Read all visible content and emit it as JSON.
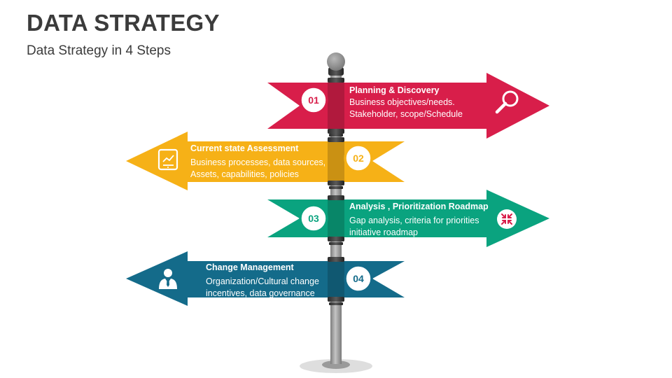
{
  "header": {
    "title": "DATA STRATEGY",
    "subtitle": "Data Strategy in 4 Steps"
  },
  "colors": {
    "step1": "#d81e4a",
    "step2": "#f6b117",
    "step3": "#0aa37f",
    "step4": "#146b8a",
    "pole": "#8e8e8e",
    "text": "#3b3b3b"
  },
  "steps": [
    {
      "number": "01",
      "title": "Planning & Discovery",
      "lines": [
        "Business objectives/needs.",
        "Stakeholder, scope/Schedule"
      ],
      "icon": "magnifier-icon",
      "direction": "right"
    },
    {
      "number": "02",
      "title": "Current state Assessment",
      "lines": [
        "Business processes, data sources,",
        "Assets, capabilities, policies"
      ],
      "icon": "tablet-chart-icon",
      "direction": "left"
    },
    {
      "number": "03",
      "title": "Analysis , Prioritization Roadmap",
      "lines": [
        "Gap analysis, criteria for priorities",
        "initiative roadmap"
      ],
      "icon": "compress-arrows-icon",
      "direction": "right"
    },
    {
      "number": "04",
      "title": "Change Management",
      "lines": [
        "Organization/Cultural change",
        "incentives, data governance"
      ],
      "icon": "businessman-icon",
      "direction": "left"
    }
  ]
}
